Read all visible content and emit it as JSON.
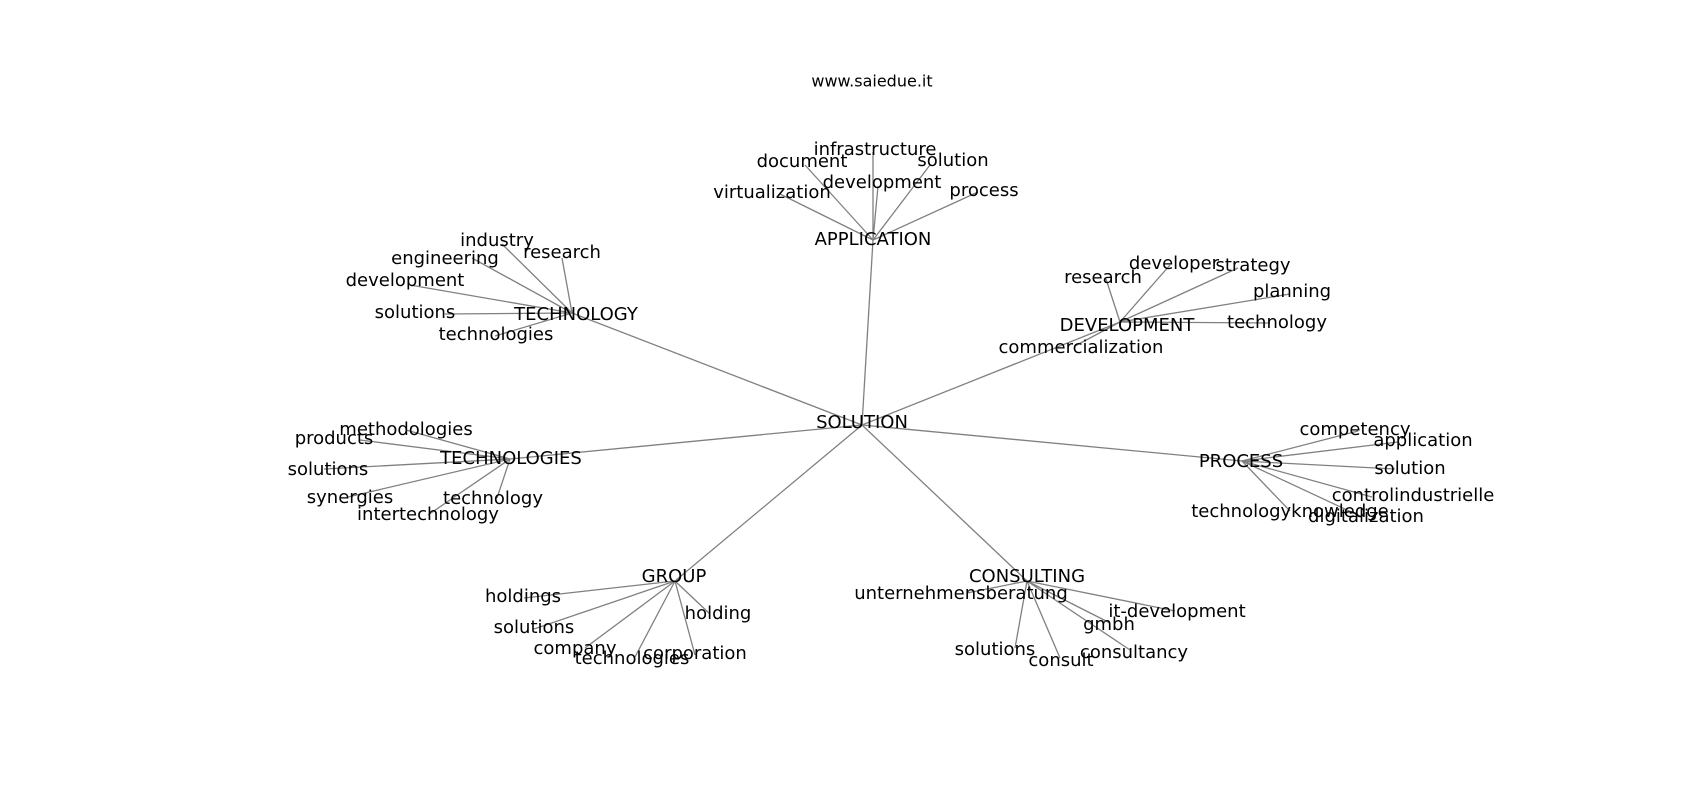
{
  "title": "www.saiedue.it",
  "colors": {
    "edge": "#808080",
    "text": "#000000",
    "background": "#ffffff"
  },
  "root": {
    "id": "solution",
    "label": "SOLUTION"
  },
  "hubs": [
    {
      "id": "application",
      "label": "APPLICATION",
      "leaves": [
        {
          "id": "app-document",
          "label": "document"
        },
        {
          "id": "app-infrastructure",
          "label": "infrastructure"
        },
        {
          "id": "app-solution",
          "label": "solution"
        },
        {
          "id": "app-development",
          "label": "development"
        },
        {
          "id": "app-virtualization",
          "label": "virtualization"
        },
        {
          "id": "app-process",
          "label": "process"
        }
      ]
    },
    {
      "id": "technology",
      "label": "TECHNOLOGY",
      "leaves": [
        {
          "id": "tech-industry",
          "label": "industry"
        },
        {
          "id": "tech-research",
          "label": "research"
        },
        {
          "id": "tech-engineering",
          "label": "engineering"
        },
        {
          "id": "tech-development",
          "label": "development"
        },
        {
          "id": "tech-solutions",
          "label": "solutions"
        },
        {
          "id": "tech-technologies",
          "label": "technologies"
        }
      ]
    },
    {
      "id": "development",
      "label": "DEVELOPMENT",
      "leaves": [
        {
          "id": "dev-research",
          "label": "research"
        },
        {
          "id": "dev-developer",
          "label": "developer"
        },
        {
          "id": "dev-strategy",
          "label": "strategy"
        },
        {
          "id": "dev-planning",
          "label": "planning"
        },
        {
          "id": "dev-technology",
          "label": "technology"
        },
        {
          "id": "dev-commercialization",
          "label": "commercialization"
        }
      ]
    },
    {
      "id": "technologies",
      "label": "TECHNOLOGIES",
      "leaves": [
        {
          "id": "techs-methodologies",
          "label": "methodologies"
        },
        {
          "id": "techs-products",
          "label": "products"
        },
        {
          "id": "techs-solutions",
          "label": "solutions"
        },
        {
          "id": "techs-synergies",
          "label": "synergies"
        },
        {
          "id": "techs-technology",
          "label": "technology"
        },
        {
          "id": "techs-intertechnology",
          "label": "intertechnology"
        }
      ]
    },
    {
      "id": "process",
      "label": "PROCESS",
      "leaves": [
        {
          "id": "proc-competency",
          "label": "competency"
        },
        {
          "id": "proc-application",
          "label": "application"
        },
        {
          "id": "proc-solution",
          "label": "solution"
        },
        {
          "id": "proc-controlindustrielle",
          "label": "controlindustrielle"
        },
        {
          "id": "proc-technologyknowledge",
          "label": "technologyknowledge"
        },
        {
          "id": "proc-digitalization",
          "label": "digitalization"
        }
      ]
    },
    {
      "id": "group",
      "label": "GROUP",
      "leaves": [
        {
          "id": "grp-holdings",
          "label": "holdings"
        },
        {
          "id": "grp-solutions",
          "label": "solutions"
        },
        {
          "id": "grp-holding",
          "label": "holding"
        },
        {
          "id": "grp-company",
          "label": "company"
        },
        {
          "id": "grp-technologies",
          "label": "technologies"
        },
        {
          "id": "grp-corporation",
          "label": "corporation"
        }
      ]
    },
    {
      "id": "consulting",
      "label": "CONSULTING",
      "leaves": [
        {
          "id": "cons-unternehmensberatung",
          "label": "unternehmensberatung"
        },
        {
          "id": "cons-it-development",
          "label": "it-development"
        },
        {
          "id": "cons-gmbh",
          "label": "gmbh"
        },
        {
          "id": "cons-solutions",
          "label": "solutions"
        },
        {
          "id": "cons-consult",
          "label": "consult"
        },
        {
          "id": "cons-consultancy",
          "label": "consultancy"
        }
      ]
    }
  ]
}
